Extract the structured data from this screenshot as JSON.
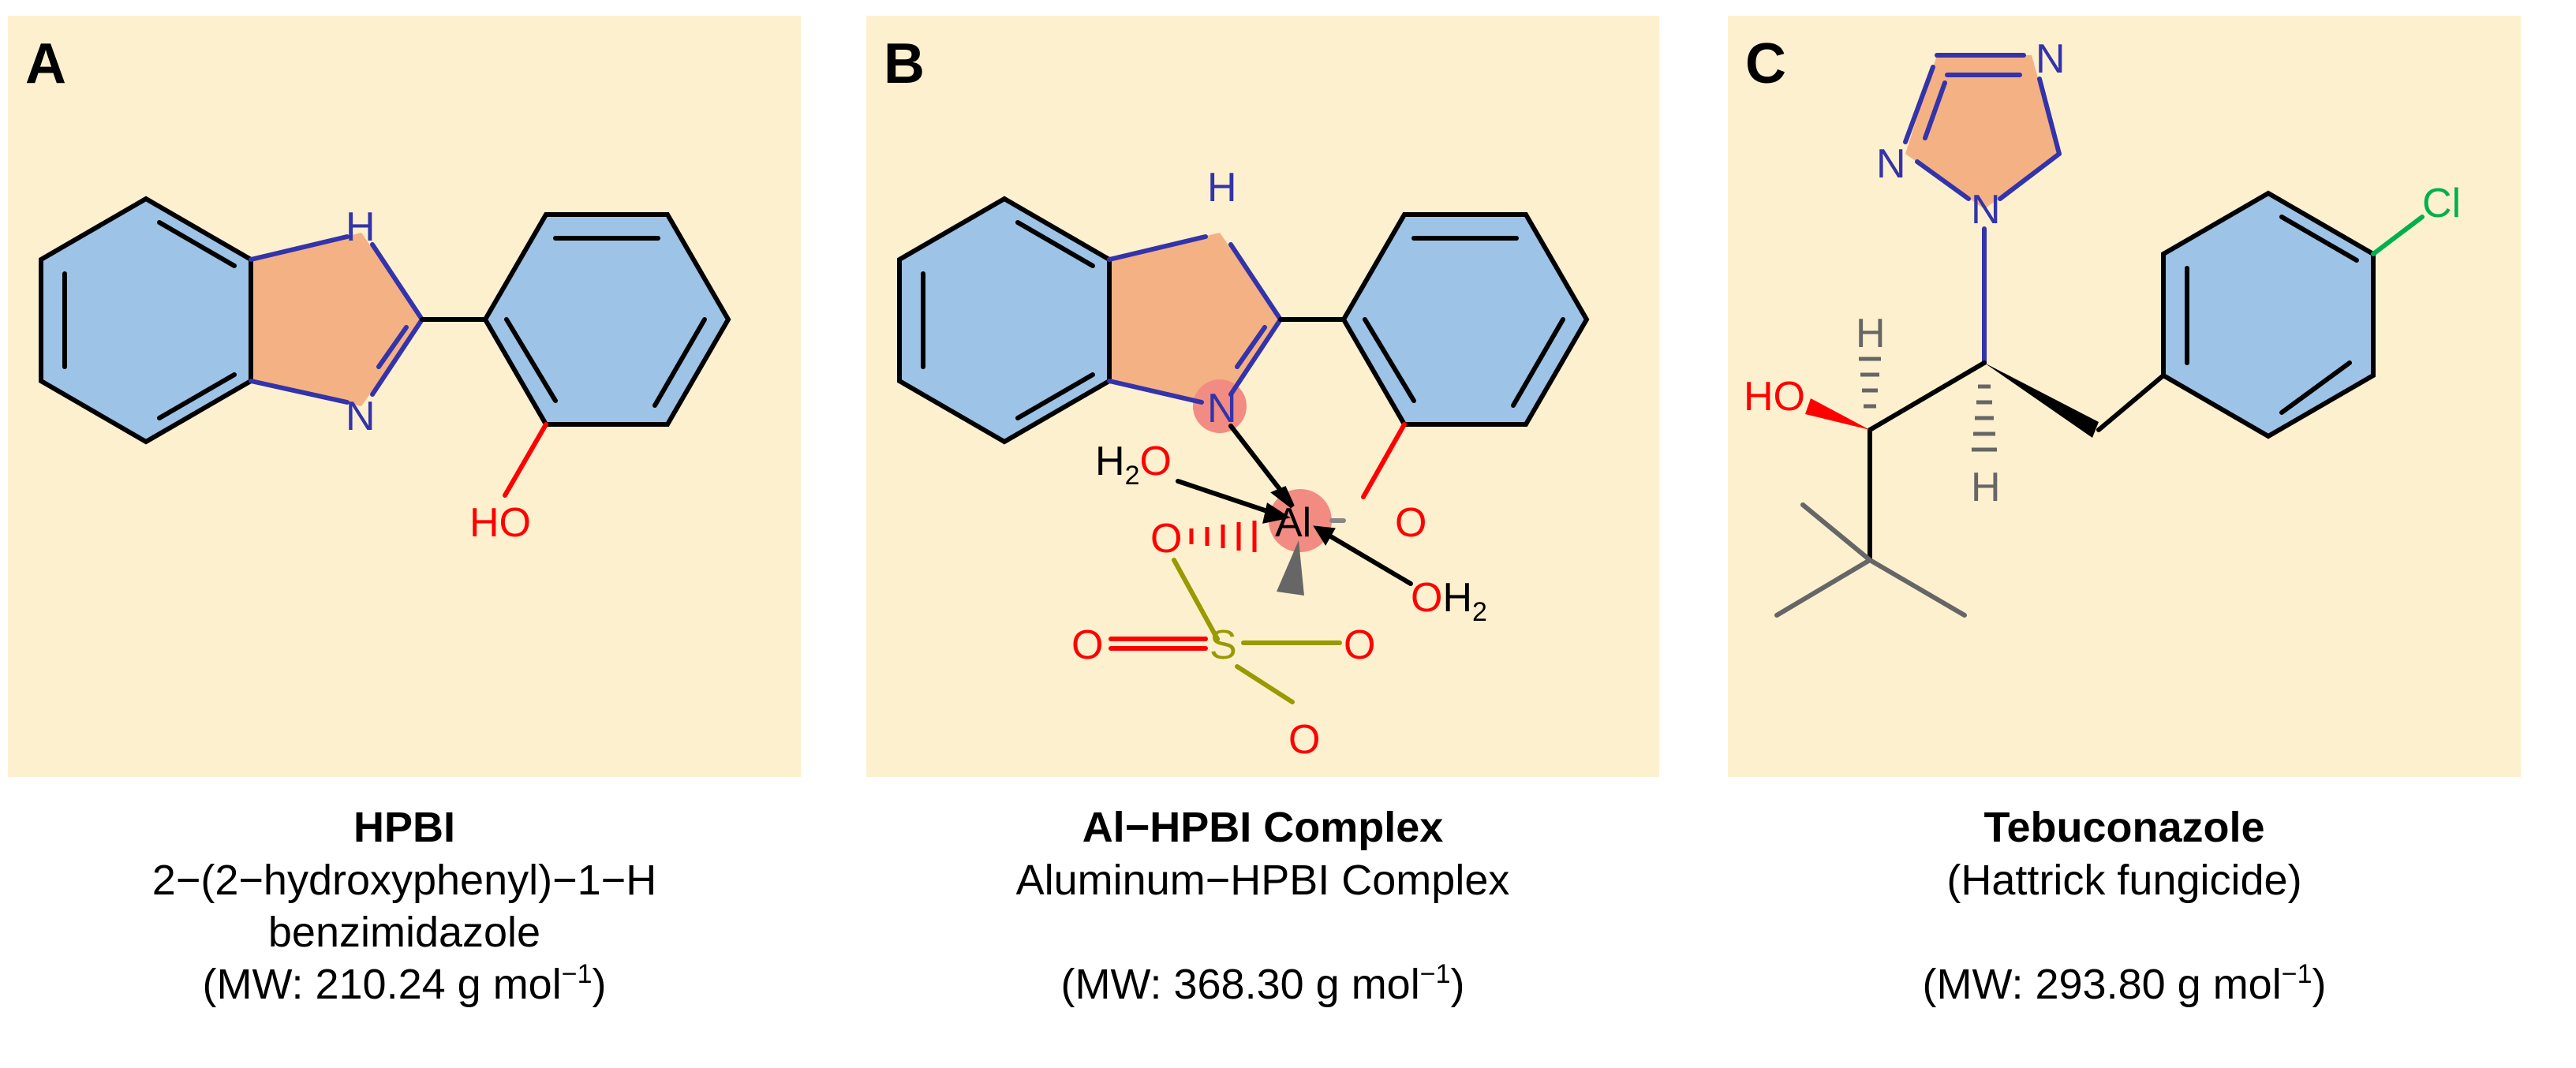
{
  "colors": {
    "panel_bg": "#fdf0cf",
    "benzene_fill": "#9dc3e6",
    "azole_fill": "#f4b183",
    "highlight_atom": "#f28b82",
    "nitrogen": "#3333aa",
    "oxygen": "#ff0000",
    "sulfur": "#999900",
    "chlorine": "#00b050",
    "bond": "#000000",
    "hydrogen_gray": "#666666"
  },
  "panels": [
    {
      "letter": "A",
      "title": "HPBI",
      "lines": [
        "2−(2−hydroxyphenyl)−1−H",
        "benzimidazole"
      ],
      "mw_prefix": "(MW: 210.24 g mol",
      "mw_exp": "−1",
      "mw_suffix": ")",
      "atoms": {
        "nh": "H",
        "n": "N",
        "oh": "HO"
      }
    },
    {
      "letter": "B",
      "title": "Al−HPBI Complex",
      "lines": [
        "Aluminum−HPBI  Complex",
        ""
      ],
      "mw_prefix": "(MW: 368.30 g mol",
      "mw_exp": "−1",
      "mw_suffix": ")",
      "atoms": {
        "nh": "H",
        "n": "N",
        "al": "Al",
        "o": "O",
        "h2o_1": "H",
        "h2o_1_sub": "2",
        "h2o_1_o": "O",
        "h2o_2_o": "O",
        "h2o_2": "H",
        "h2o_2_sub": "2",
        "s": "S"
      }
    },
    {
      "letter": "C",
      "title": "Tebuconazole",
      "lines": [
        "(Hattrick fungicide)",
        ""
      ],
      "mw_prefix": "(MW: 293.80 g mol",
      "mw_exp": "−1",
      "mw_suffix": ")",
      "atoms": {
        "n": "N",
        "cl": "Cl",
        "ho": "HO",
        "h": "H"
      }
    }
  ]
}
